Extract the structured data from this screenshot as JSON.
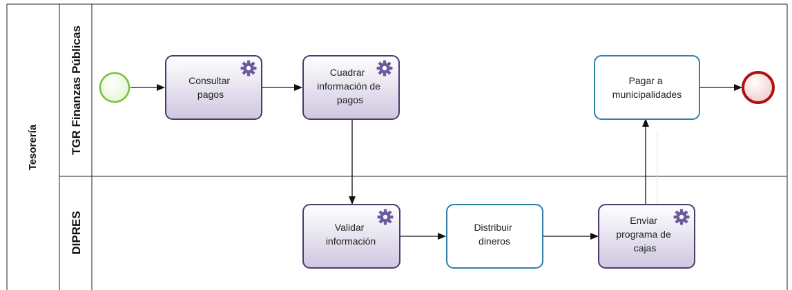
{
  "pool": {
    "label": "Tesorería"
  },
  "lanes": [
    {
      "id": "tgr",
      "label": "TGR Finanzas Públicas"
    },
    {
      "id": "dipres",
      "label": "DIPRES"
    }
  ],
  "tasks": [
    {
      "id": "consultar",
      "lines": [
        "Consultar",
        "pagos"
      ],
      "type": "service"
    },
    {
      "id": "cuadrar",
      "lines": [
        "Cuadrar",
        "información de",
        "pagos"
      ],
      "type": "service"
    },
    {
      "id": "pagar",
      "lines": [
        "Pagar a",
        "municipalidades"
      ],
      "type": "task"
    },
    {
      "id": "validar",
      "lines": [
        "Validar",
        "información"
      ],
      "type": "service"
    },
    {
      "id": "distribuir",
      "lines": [
        "Distribuir",
        "dineros"
      ],
      "type": "task"
    },
    {
      "id": "enviar",
      "lines": [
        "Enviar",
        "programa de",
        "cajas"
      ],
      "type": "service"
    }
  ],
  "events": [
    {
      "id": "start",
      "type": "start",
      "color": "#7cc242"
    },
    {
      "id": "end",
      "type": "end",
      "color": "#b01010"
    }
  ],
  "colors": {
    "service_fill_top": "#ffffff",
    "service_fill_bottom": "#cfc7e0",
    "service_stroke": "#4b3a6b",
    "gear": "#6b5aa0",
    "task_fill": "#ffffff",
    "task_stroke": "#2f7fa8",
    "line": "#111111"
  }
}
